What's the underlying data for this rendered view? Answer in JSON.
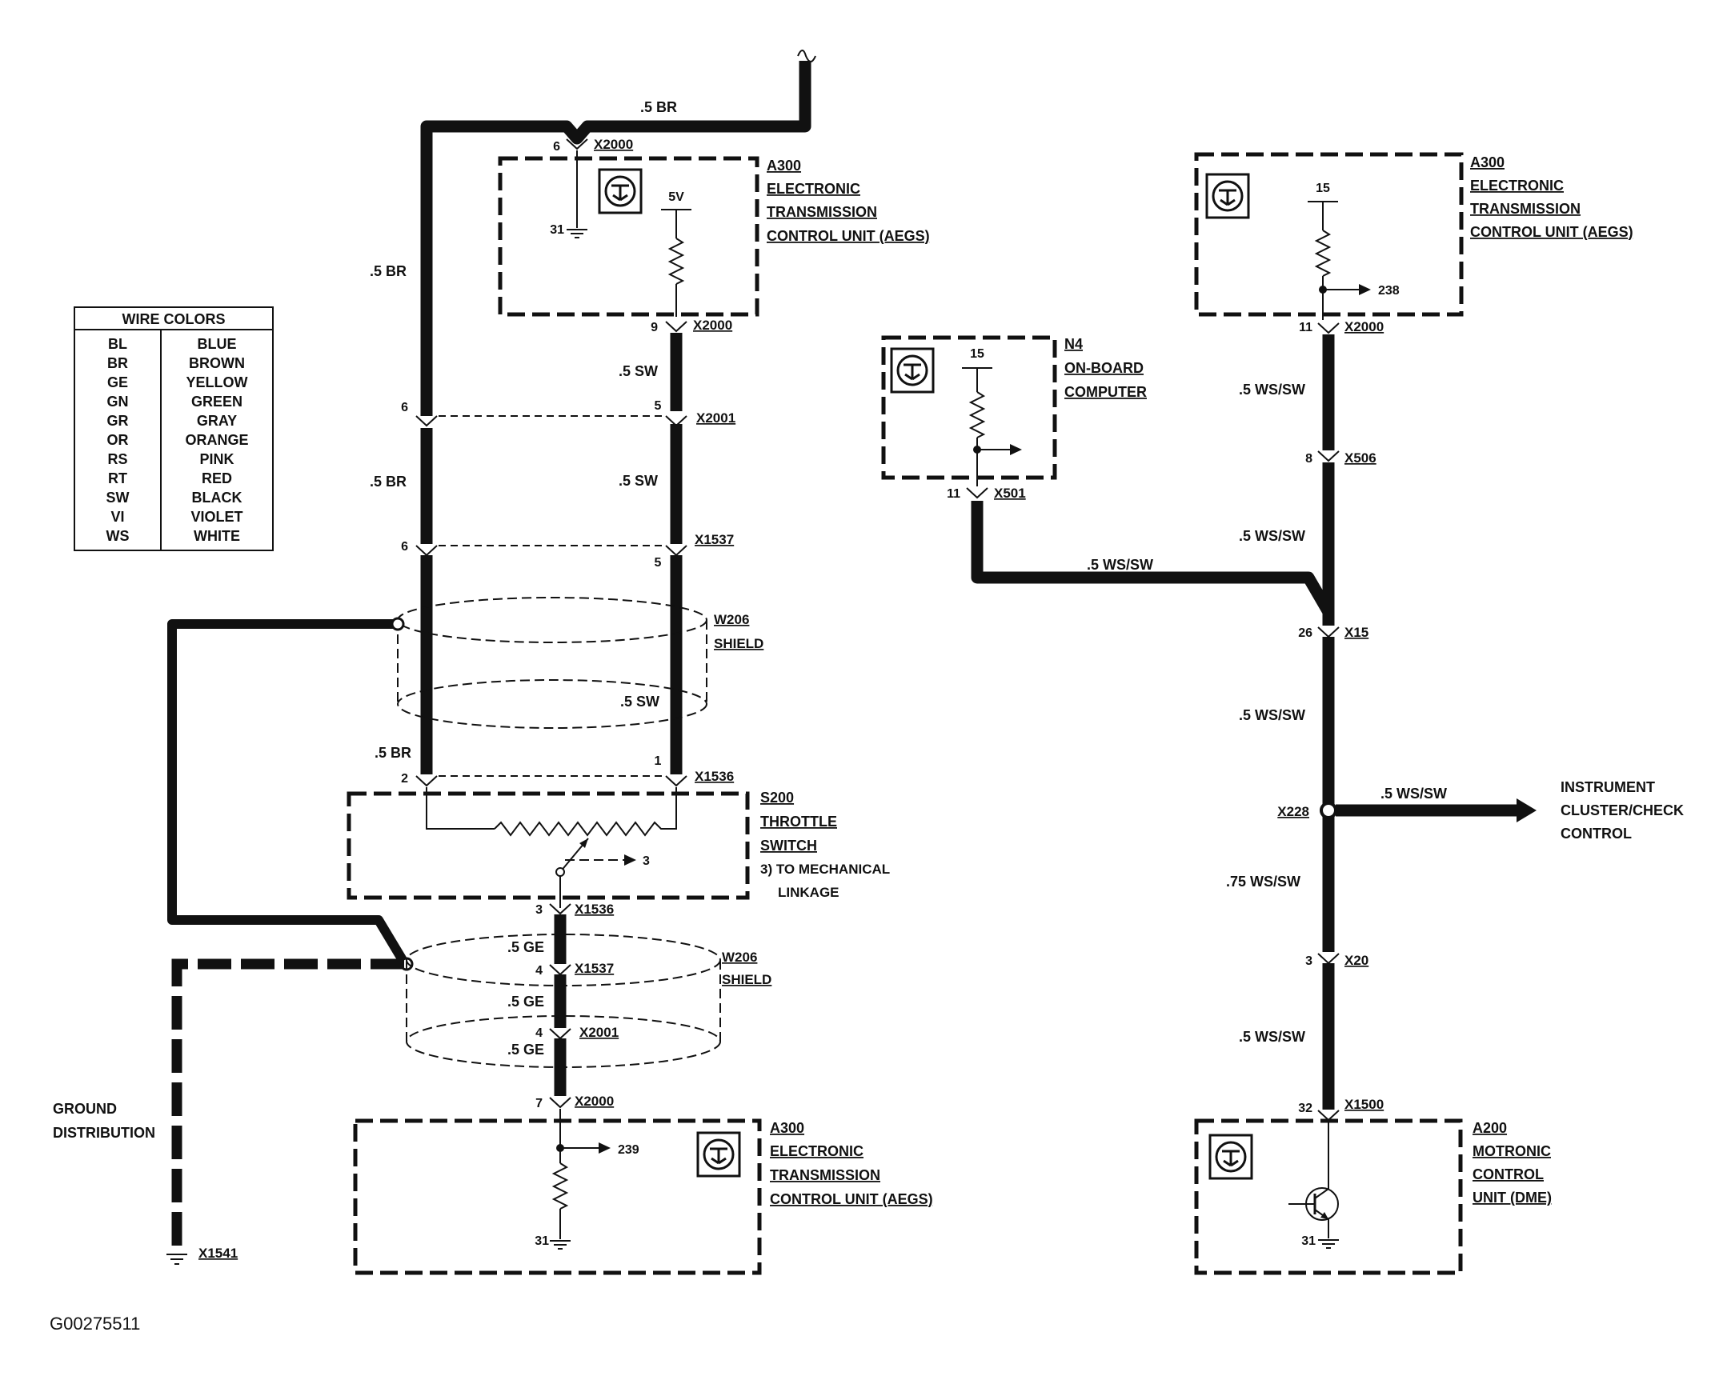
{
  "wire_colors": {
    "title": "WIRE COLORS",
    "rows": [
      [
        "BL",
        "BLUE"
      ],
      [
        "BR",
        "BROWN"
      ],
      [
        "GE",
        "YELLOW"
      ],
      [
        "GN",
        "GREEN"
      ],
      [
        "GR",
        "GRAY"
      ],
      [
        "OR",
        "ORANGE"
      ],
      [
        "RS",
        "PINK"
      ],
      [
        "RT",
        "RED"
      ],
      [
        "SW",
        "BLACK"
      ],
      [
        "VI",
        "VIOLET"
      ],
      [
        "WS",
        "WHITE"
      ]
    ]
  },
  "components": {
    "a300_top": [
      "A300",
      "ELECTRONIC",
      "TRANSMISSION",
      "CONTROL UNIT (AEGS)"
    ],
    "a300_right": [
      "A300",
      "ELECTRONIC",
      "TRANSMISSION",
      "CONTROL UNIT (AEGS)"
    ],
    "a300_bottom": [
      "A300",
      "ELECTRONIC",
      "TRANSMISSION",
      "CONTROL UNIT (AEGS)"
    ],
    "n4": [
      "N4",
      "ON-BOARD",
      "COMPUTER"
    ],
    "s200": [
      "S200",
      "THROTTLE",
      "SWITCH"
    ],
    "s200_note": [
      "3) TO MECHANICAL",
      "LINKAGE"
    ],
    "a200": [
      "A200",
      "MOTRONIC",
      "CONTROL",
      "UNIT (DME)"
    ],
    "w206_top": [
      "W206",
      "SHIELD"
    ],
    "w206_bottom": [
      "W206",
      "SHIELD"
    ],
    "instrument": [
      "INSTRUMENT",
      "CLUSTER/CHECK",
      "CONTROL"
    ],
    "ground_dist": [
      "GROUND",
      "DISTRIBUTION"
    ]
  },
  "connectors": {
    "c_x2000_top_left": "X2000",
    "c_x2000_top_mid": "X2000",
    "c_x2001_top": "X2001",
    "c_x1537_top": "X1537",
    "c_x1536_top": "X1536",
    "c_x1536_bot": "X1536",
    "c_x1537_bot": "X1537",
    "c_x2001_bot": "X2001",
    "c_x2000_bot": "X2000",
    "c_x1541": "X1541",
    "c_x501": "X501",
    "c_x2000_right": "X2000",
    "c_x506": "X506",
    "c_x15": "X15",
    "c_x228": "X228",
    "c_x20": "X20",
    "c_x1500": "X1500"
  },
  "pins": {
    "p6_top": "6",
    "p31_top": "31",
    "p5v": "5V",
    "p9": "9",
    "p6_a": "6",
    "p5_a": "5",
    "p6_b": "6",
    "p5_b": "5",
    "p2": "2",
    "p1": "1",
    "p3_throttle": "3",
    "p3": "3",
    "p4_a": "4",
    "p4_b": "4",
    "p7": "7",
    "p239": "239",
    "p31_bottom": "31",
    "p15_n4": "15",
    "p11_n4": "11",
    "p15_right": "15",
    "p238": "238",
    "p11_right": "11",
    "p8": "8",
    "p26": "26",
    "p3_right": "3",
    "p32": "32",
    "p31_right": "31"
  },
  "wires": {
    "w_br_top": ".5  BR",
    "w_br_left1": ".5  BR",
    "w_sw_1": ".5  SW",
    "w_br_left2": ".5  BR",
    "w_sw_2": ".5  SW",
    "w_sw_3": ".5  SW",
    "w_br_left3": ".5  BR",
    "w_ge_1": ".5  GE",
    "w_ge_2": ".5  GE",
    "w_ge_3": ".5  GE",
    "w_wssw_n4": ".5  WS/SW",
    "w_wssw_1": ".5  WS/SW",
    "w_wssw_2": ".5  WS/SW",
    "w_wssw_3": ".5  WS/SW",
    "w_wssw_inst": ".5  WS/SW",
    "w_wssw_75": ".75  WS/SW",
    "w_wssw_4": ".5  WS/SW"
  },
  "figure_id": "G00275511"
}
